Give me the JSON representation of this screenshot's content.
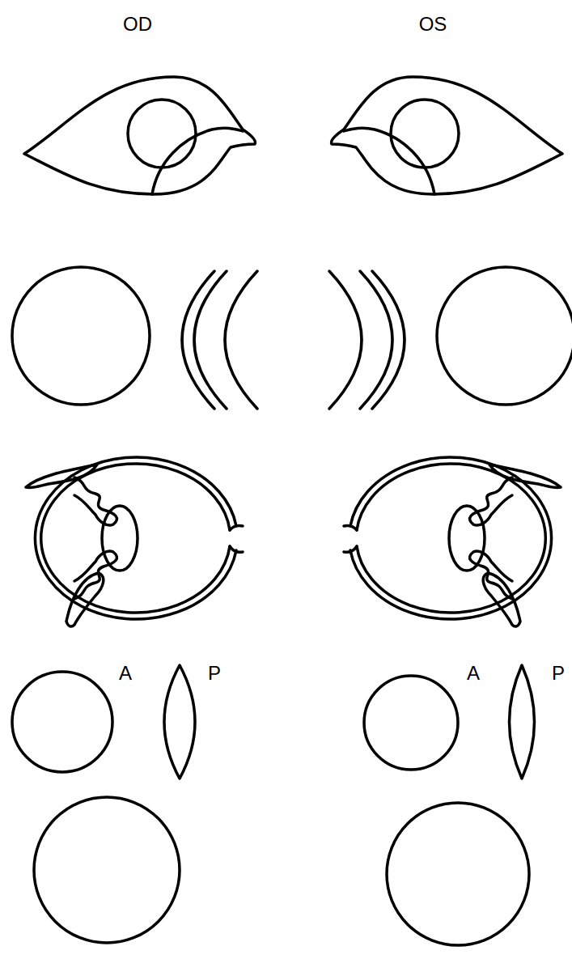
{
  "diagram": {
    "labels": [
      "OD",
      "OS",
      "A",
      "P",
      "A",
      "P"
    ]
  }
}
